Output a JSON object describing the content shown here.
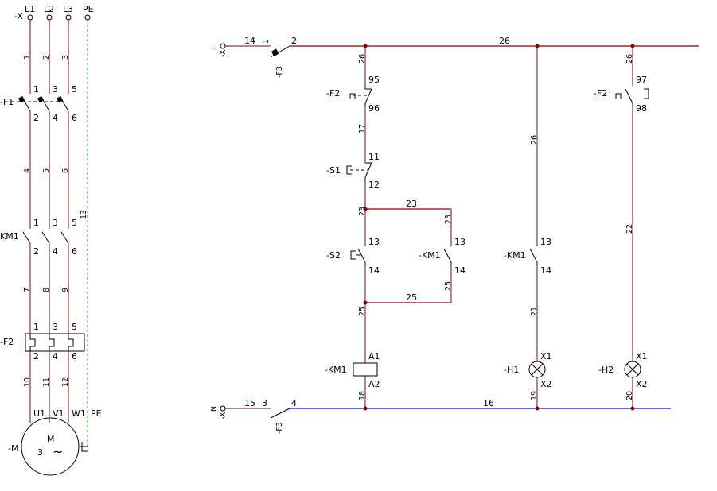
{
  "power_circuit": {
    "terminal_ref": "-X",
    "phases": [
      "L1",
      "L2",
      "L3",
      "PE"
    ],
    "supply_wires": [
      "1",
      "2",
      "3"
    ],
    "breaker": {
      "ref": "-F1",
      "top": [
        "1",
        "3",
        "5"
      ],
      "bottom": [
        "2",
        "4",
        "6"
      ]
    },
    "wires_mid": [
      "4",
      "5",
      "6"
    ],
    "contactor": {
      "ref": "KM1",
      "top": [
        "1",
        "3",
        "5"
      ],
      "bottom": [
        "2",
        "4",
        "6"
      ]
    },
    "pe_wire": "13",
    "wires_lower": [
      "7",
      "8",
      "9"
    ],
    "overload": {
      "ref": "-F2",
      "top": [
        "1",
        "3",
        "5"
      ],
      "bottom": [
        "2",
        "4",
        "6"
      ]
    },
    "motor_wires": [
      "10",
      "11",
      "12"
    ],
    "motor_terminals": [
      "U1",
      "V1",
      "W1",
      "PE"
    ],
    "motor": {
      "ref": "-M",
      "letter": "M",
      "phases": "3",
      "symbol": "~"
    }
  },
  "control_circuit": {
    "top_terminal": {
      "ref": "-X",
      "pin": "L"
    },
    "bottom_terminal": {
      "ref": "-X",
      "pin": "N"
    },
    "fuse_top": {
      "ref": "-F3",
      "wire_in": "14",
      "pin_in": "1",
      "pin_out": "2"
    },
    "fuse_bottom": {
      "ref": "-F3",
      "wire_in": "15",
      "pin_in": "3",
      "pin_out": "4"
    },
    "top_bus_wire": "26",
    "bottom_bus_wire": "16",
    "branch1": {
      "wire_top": "26",
      "f2": {
        "ref": "-F2",
        "pin_a": "95",
        "pin_b": "96"
      },
      "wire_17": "17",
      "s1": {
        "ref": "-S1",
        "pin_a": "11",
        "pin_b": "12"
      },
      "wire_23": "23",
      "parallel_top_wire": "23",
      "parallel_right_wire": "23",
      "s2": {
        "ref": "-S2",
        "pin_a": "13",
        "pin_b": "14"
      },
      "km1_hold": {
        "ref": "-KM1",
        "pin_a": "13",
        "pin_b": "14"
      },
      "parallel_return_wire": "25",
      "parallel_bottom_wire": "25",
      "wire_25": "25",
      "coil": {
        "ref": "-KM1",
        "pin_a": "A1",
        "pin_b": "A2"
      },
      "wire_bottom": "18"
    },
    "branch2": {
      "wire_top": "26",
      "km1": {
        "ref": "-KM1",
        "pin_a": "13",
        "pin_b": "14"
      },
      "wire_mid": "21",
      "lamp": {
        "ref": "-H1",
        "pin_a": "X1",
        "pin_b": "X2"
      },
      "wire_bottom": "19"
    },
    "branch3": {
      "wire_top": "26",
      "f2": {
        "ref": "-F2",
        "pin_a": "97",
        "pin_b": "98"
      },
      "wire_mid": "22",
      "lamp": {
        "ref": "-H2",
        "pin_a": "X1",
        "pin_b": "X2"
      },
      "wire_bottom": "20"
    }
  },
  "colors": {
    "wire": "#6a1010",
    "bus_line": "#8b0000",
    "neutral_line": "#1010c0",
    "pe_line": "#2f9a2f",
    "symbol": "#000000"
  }
}
